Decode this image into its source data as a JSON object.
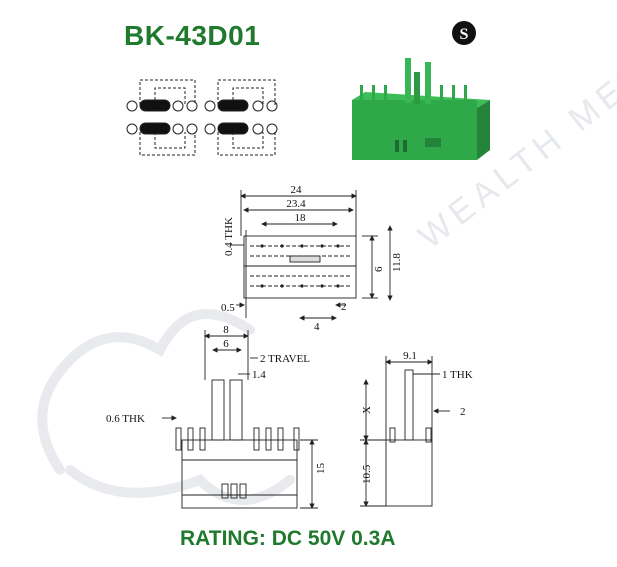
{
  "header": {
    "model": "BK-43D01",
    "logo_letter": "S"
  },
  "watermark": {
    "text": "WEALTH METAL"
  },
  "footer": {
    "rating": "RATING: DC 50V 0.3A"
  },
  "top_view": {
    "dim_overall": "24",
    "dim_body": "23.4",
    "dim_inner": "18",
    "dim_thk": "0.4 THK",
    "dim_height_inner": "6",
    "dim_height_outer": "11.8",
    "dim_left": "0.5",
    "dim_pitch": "4",
    "dim_right": "2"
  },
  "front_view": {
    "dim_8": "8",
    "dim_6": "6",
    "dim_travel": "2 TRAVEL",
    "dim_1_4": "1.4",
    "dim_thk": "0.6 THK",
    "dim_15": "15"
  },
  "side_view": {
    "dim_9_1": "9.1",
    "dim_thk": "1 THK",
    "dim_x": "X",
    "dim_2": "2",
    "dim_10_5": "10.5"
  },
  "colors": {
    "brand_green": "#1f7a2e",
    "product_green": "#2fa84a",
    "line": "#222222",
    "watermark": "#e3e6ea"
  }
}
